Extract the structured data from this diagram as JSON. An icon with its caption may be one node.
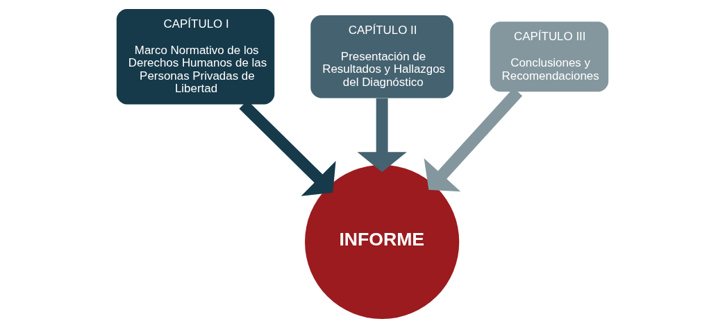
{
  "diagram": {
    "nodes": [
      {
        "text": [
          "CAPÍTULO I",
          "Marco Normativo de los Derechos Humanos de las Personas Privadas de Libertad"
        ]
      },
      {
        "text": [
          "CAPÍTULO II",
          "Presentación de Resultados y Hallazgos del Diagnóstico"
        ]
      },
      {
        "text": [
          "CAPÍTULO III",
          "Conclusiones y Recomendaciones"
        ]
      },
      {
        "text": [
          "INFORME"
        ]
      }
    ],
    "edges": [
      {
        "from": 0,
        "to": 3,
        "arrow": "to",
        "color": "#163a4a"
      },
      {
        "from": 1,
        "to": 3,
        "arrow": "to",
        "color": "#456270"
      },
      {
        "from": 2,
        "to": 3,
        "arrow": "to",
        "color": "#84979e"
      }
    ]
  }
}
